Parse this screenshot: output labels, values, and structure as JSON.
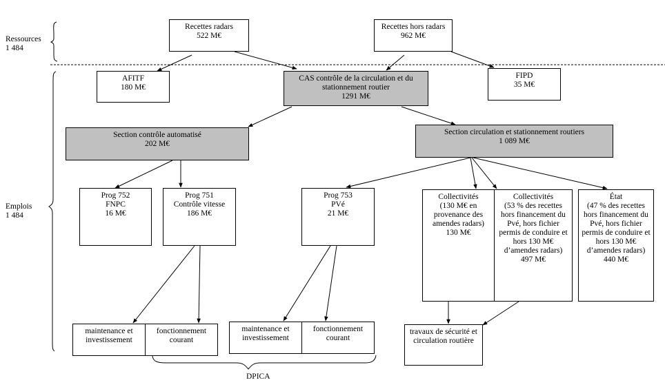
{
  "side_labels": {
    "ressources": {
      "title": "Ressources",
      "value": "1 484"
    },
    "emplois": {
      "title": "Emplois",
      "value": "1 484"
    }
  },
  "nodes": {
    "recettes_radars": {
      "lines": [
        "Recettes radars",
        "522 M€"
      ]
    },
    "recettes_hors_radars": {
      "lines": [
        "Recettes hors radars",
        "962 M€"
      ]
    },
    "afitf": {
      "lines": [
        "AFITF",
        "180 M€"
      ]
    },
    "cas": {
      "lines": [
        "CAS contrôle de la circulation et du",
        "stationnement routier",
        "1291 M€"
      ]
    },
    "fipd": {
      "lines": [
        "FIPD",
        "35 M€"
      ]
    },
    "section_controle": {
      "lines": [
        "Section contrôle automatisé",
        "202 M€"
      ]
    },
    "section_circulation": {
      "lines": [
        "Section circulation et stationnement routiers",
        "1 089 M€"
      ]
    },
    "prog752": {
      "lines": [
        "Prog 752",
        "FNPC",
        "16 M€"
      ]
    },
    "prog751": {
      "lines": [
        "Prog 751",
        "Contrôle vitesse",
        "186 M€"
      ]
    },
    "prog753": {
      "lines": [
        "Prog 753",
        "PVé",
        "21 M€"
      ]
    },
    "collectivites_130": {
      "lines": [
        "Collectivités",
        "(130 M€ en",
        "provenance des",
        "amendes radars)",
        "130 M€"
      ]
    },
    "collectivites_497": {
      "lines": [
        "Collectivités",
        "(53 % des recettes",
        "hors financement du",
        "Pvé, hors fichier",
        "permis de conduire et",
        "hors 130 M€",
        "d’amendes radars)",
        "497 M€"
      ]
    },
    "etat_440": {
      "lines": [
        "État",
        "(47 % des recettes",
        "hors financement du",
        "Pvé, hors fichier",
        "permis de conduire et",
        "hors 130 M€",
        "d’amendes radars)",
        "440 M€"
      ]
    },
    "maint_1": {
      "lines": [
        "maintenance et",
        "investissement"
      ]
    },
    "fonct_1": {
      "lines": [
        "fonctionnement",
        "courant"
      ]
    },
    "maint_2": {
      "lines": [
        "maintenance et",
        "investissement"
      ]
    },
    "fonct_2": {
      "lines": [
        "fonctionnement",
        "courant"
      ]
    },
    "travaux": {
      "lines": [
        "travaux de sécurité et",
        "circulation routière"
      ]
    }
  },
  "brace_labels": {
    "dpica": "DPICA"
  },
  "colors": {
    "grey_fill": "#c0c0c0",
    "stroke": "#000000",
    "background": "#ffffff"
  }
}
